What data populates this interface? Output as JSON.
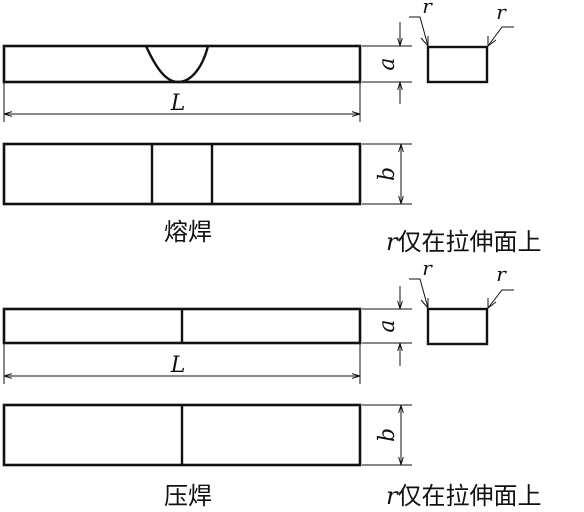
{
  "sections": [
    {
      "name": "fusion",
      "caption": "熔焊",
      "length_label": "L",
      "thickness_label": "a",
      "width_label": "b",
      "radius_label": "r",
      "note": {
        "symbol": "r",
        "text": "仅在拉伸面上"
      }
    },
    {
      "name": "pressure",
      "caption": "压焊",
      "length_label": "L",
      "thickness_label": "a",
      "width_label": "b",
      "radius_label": "r",
      "note": {
        "symbol": "r",
        "text": "仅在拉伸面上"
      }
    }
  ],
  "colors": {
    "line": "#111111",
    "background": "#ffffff"
  }
}
